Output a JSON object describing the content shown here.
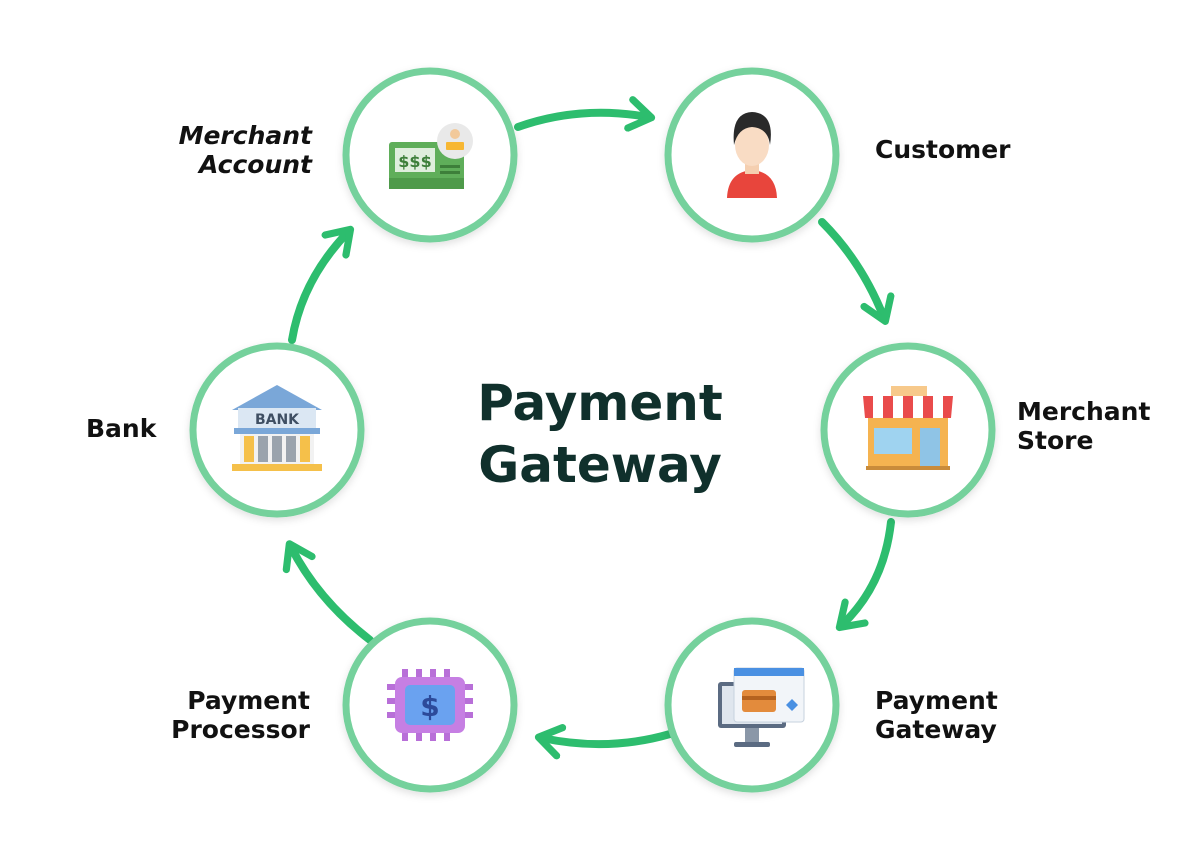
{
  "title": {
    "line1": "Payment",
    "line2": "Gateway"
  },
  "nodes": {
    "merchant_account": {
      "line1": "Merchant",
      "line2": "Account",
      "icon": "cash-card-icon",
      "icon_text": "$$$"
    },
    "customer": {
      "line1": "Customer",
      "icon": "customer-avatar-icon"
    },
    "merchant_store": {
      "line1": "Merchant",
      "line2": "Store",
      "icon": "storefront-icon"
    },
    "payment_gateway": {
      "line1": "Payment",
      "line2": "Gateway",
      "icon": "monitor-card-icon"
    },
    "payment_processor": {
      "line1": "Payment",
      "line2": "Processor",
      "icon": "chip-dollar-icon",
      "icon_text": "$"
    },
    "bank": {
      "line1": "Bank",
      "icon": "bank-building-icon",
      "icon_text": "BANK"
    }
  },
  "colors": {
    "ring": "#74d19c",
    "arrow": "#2dbd6e",
    "title": "#10302c"
  }
}
